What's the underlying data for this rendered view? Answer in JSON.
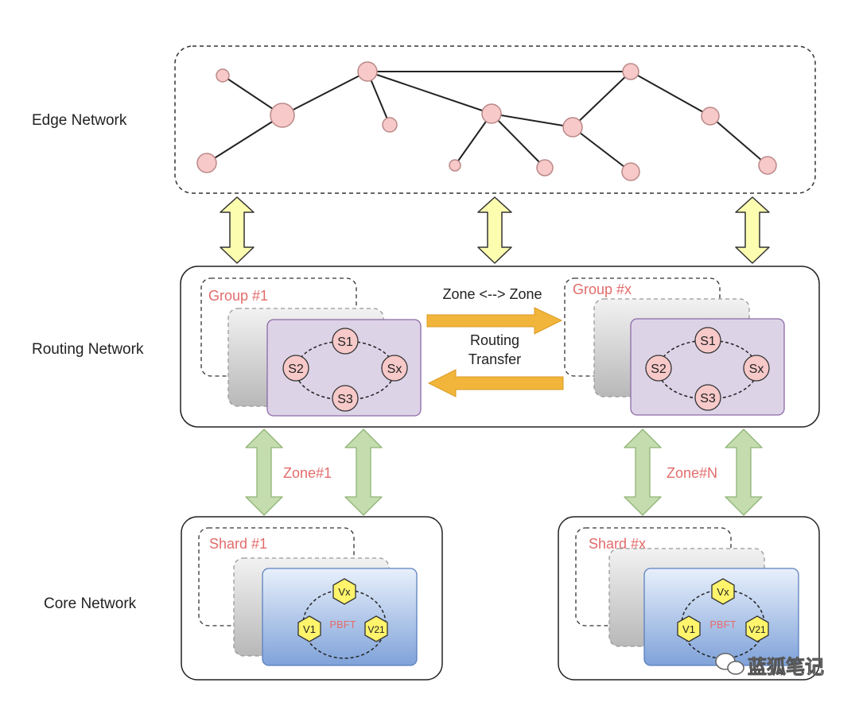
{
  "layers": {
    "edge": "Edge Network",
    "routing": "Routing Network",
    "core": "Core Network"
  },
  "routing": {
    "group_left": "Group #1",
    "group_right": "Group #x",
    "zone_to_zone": "Zone <--> Zone",
    "routing_line1": "Routing",
    "routing_line2": "Transfer",
    "nodes_left": [
      "S1",
      "S2",
      "Sx",
      "S3"
    ],
    "nodes_right": [
      "S1",
      "S2",
      "Sx",
      "S3"
    ]
  },
  "zones": {
    "left": "Zone#1",
    "right": "Zone#N"
  },
  "core": {
    "shard_left": "Shard #1",
    "shard_right": "Shard #x",
    "consensus": "PBFT",
    "validators_left": [
      "Vx",
      "V1",
      "V21"
    ],
    "validators_right": [
      "Vx",
      "V1",
      "V21"
    ]
  },
  "watermark": "蓝狐笔记",
  "colors": {
    "edge_node": "#f7c9c9",
    "routing_panel": "#ddd3e7",
    "core_panel": "#a9c3e9",
    "validator": "#fff46b",
    "red_label": "#e36c6c",
    "yellow_arrow": "#fdfdb0",
    "green_arrow": "#c4dcae",
    "orange_arrow": "#f2b53b"
  }
}
